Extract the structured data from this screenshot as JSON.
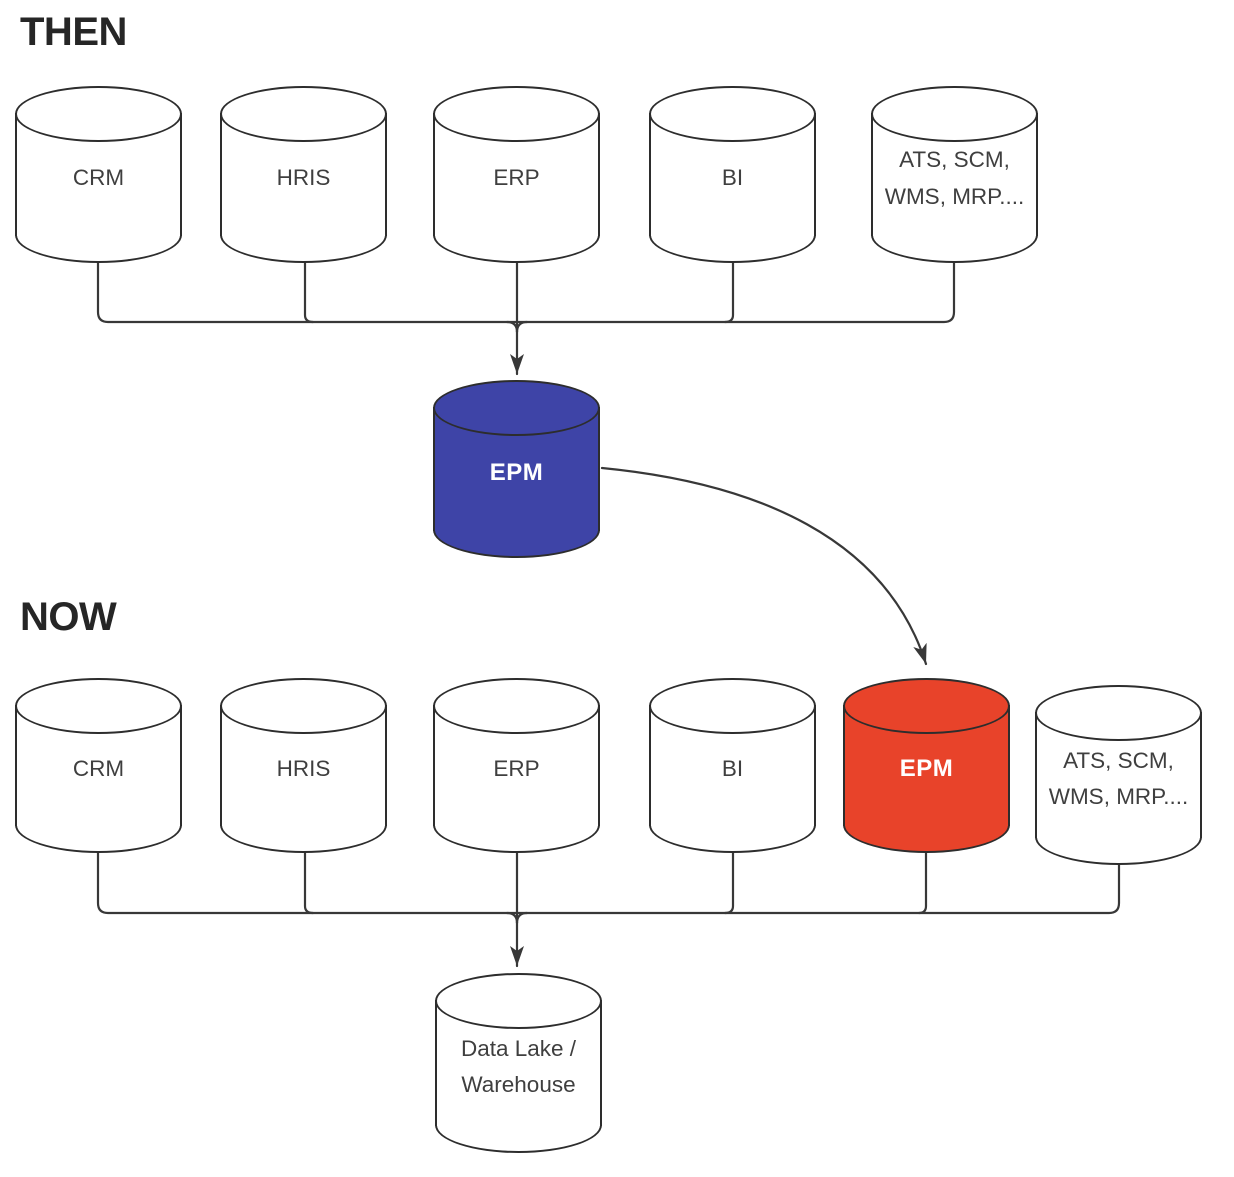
{
  "then": {
    "title": "THEN",
    "sources": [
      "CRM",
      "HRIS",
      "ERP",
      "BI"
    ],
    "multi_source": [
      "ATS, SCM,",
      "WMS, MRP...."
    ],
    "hub": "EPM"
  },
  "now": {
    "title": "NOW",
    "sources": [
      "CRM",
      "HRIS",
      "ERP",
      "BI"
    ],
    "hub": "EPM",
    "multi_source": [
      "ATS, SCM,",
      "WMS, MRP...."
    ],
    "sink": [
      "Data Lake /",
      "Warehouse"
    ]
  },
  "colors": {
    "epm_then_fill": "#3E44A7",
    "epm_now_fill": "#E8432A",
    "connector_line": "#383838",
    "cylinder_fill": "#FFFFFF",
    "cylinder_stroke": "#2D2D2D",
    "label_text": "#3F3F3F",
    "heading_text": "#262626"
  }
}
